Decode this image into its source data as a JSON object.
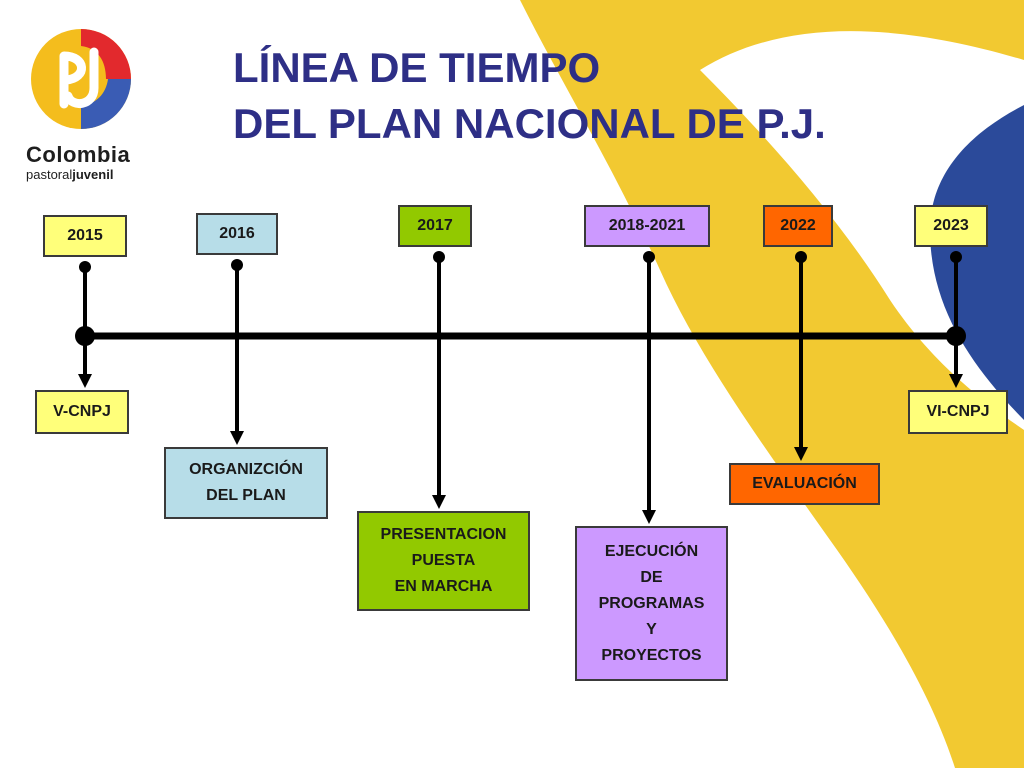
{
  "logo": {
    "name": "Colombia",
    "subtitle_light": "pastoral",
    "subtitle_bold": "juvenil"
  },
  "title": {
    "line1": "LÍNEA DE TIEMPO",
    "line2": "DEL PLAN NACIONAL DE P.J."
  },
  "timeline": [
    {
      "year": "2015",
      "event": "V-CNPJ",
      "color": "#ffff7a"
    },
    {
      "year": "2016",
      "event": "ORGANIZCIÓN\nDEL PLAN",
      "color": "#b7dde8"
    },
    {
      "year": "2017",
      "event": "PRESENTACION\nPUESTA\nEN MARCHA",
      "color": "#92c900"
    },
    {
      "year": "2018-2021",
      "event": "EJECUCIÓN\nDE\nPROGRAMAS\nY\nPROYECTOS",
      "color": "#cc99ff"
    },
    {
      "year": "2022",
      "event": "EVALUACIÓN",
      "color": "#ff6600"
    },
    {
      "year": "2023",
      "event": "VI-CNPJ",
      "color": "#ffff7a"
    }
  ],
  "colors": {
    "title": "#2e2f86",
    "background_yellow": "#f2c931",
    "background_blue": "#2b4a9a",
    "line": "#000000"
  }
}
